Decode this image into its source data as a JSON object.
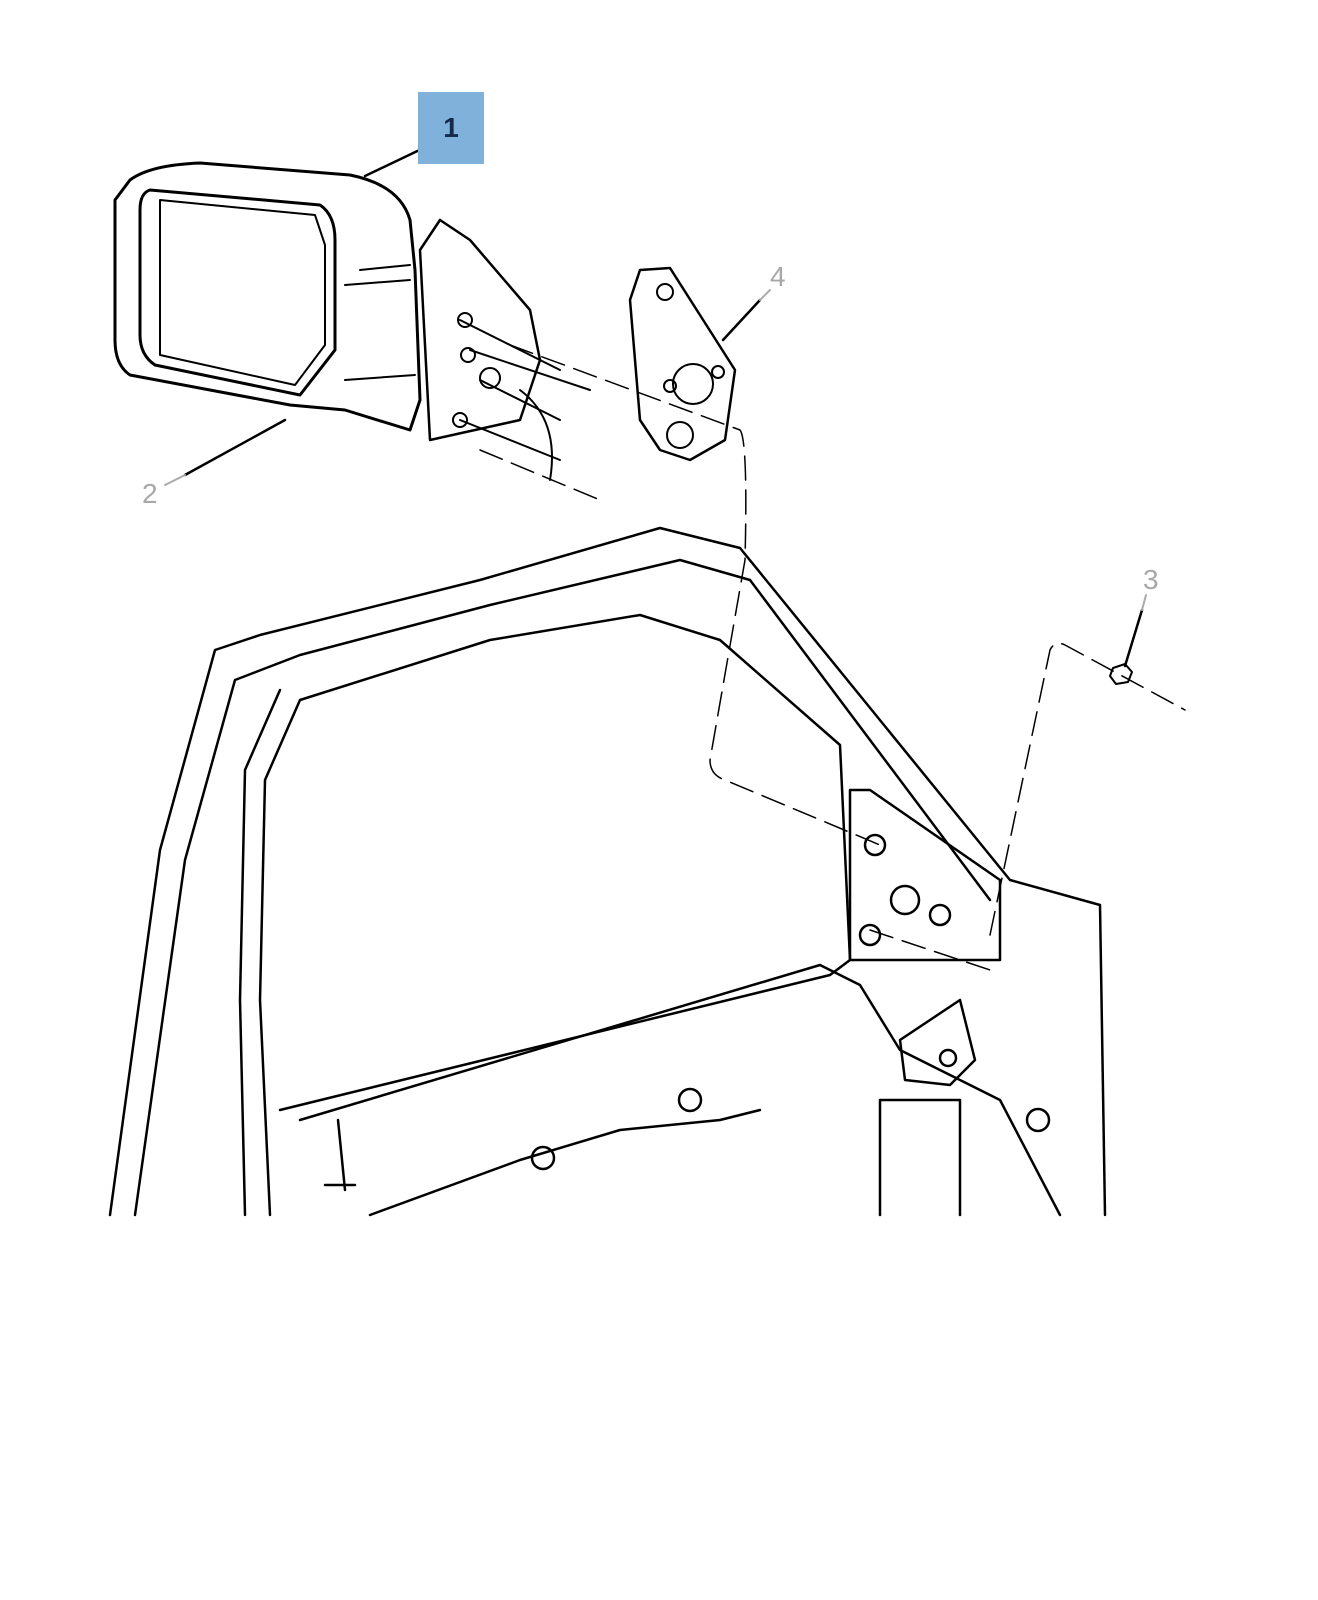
{
  "diagram": {
    "callouts": [
      {
        "label": "1",
        "part": "mirror",
        "highlighted": true
      },
      {
        "label": "2",
        "part": "mirror-glass"
      },
      {
        "label": "3",
        "part": "nut"
      },
      {
        "label": "4",
        "part": "mirror-bracket"
      }
    ],
    "colors": {
      "highlight": "#7fb1da",
      "highlight_text": "#15294a",
      "callout_text": "#a8a8a8",
      "line": "#000000"
    }
  }
}
